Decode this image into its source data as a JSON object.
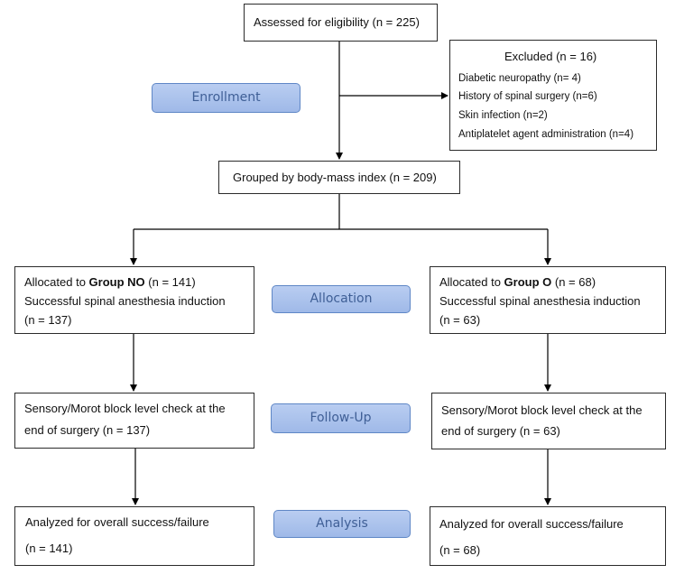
{
  "eligibility": {
    "text": "Assessed for eligibility (n = 225)"
  },
  "excluded": {
    "title": "Excluded (n = 16)",
    "items": [
      "Diabetic neuropathy (n= 4)",
      "History of spinal surgery (n=6)",
      "Skin infection (n=2)",
      "Antiplatelet agent administration (n=4)"
    ]
  },
  "grouped": {
    "text": "Grouped by body-mass index (n = 209)"
  },
  "stages": {
    "enrollment": "Enrollment",
    "allocation": "Allocation",
    "followup": "Follow-Up",
    "analysis": "Analysis"
  },
  "group_no": {
    "alloc_prefix": "Allocated to ",
    "alloc_group": "Group NO",
    "alloc_suffix": " (n = 141)",
    "alloc_line2": "Successful spinal anesthesia induction",
    "alloc_line3": "(n = 137)",
    "followup_line1": "Sensory/Morot block level check at the",
    "followup_line2": "end of surgery (n = 137)",
    "analysis_line1": "Analyzed for overall success/failure",
    "analysis_line2": "(n = 141)"
  },
  "group_o": {
    "alloc_prefix": "Allocated to ",
    "alloc_group": "Group O",
    "alloc_suffix": " (n = 68)",
    "alloc_line2": "Successful spinal anesthesia induction",
    "alloc_line3": "(n = 63)",
    "followup_line1": "Sensory/Morot block level check at the",
    "followup_line2": "end of surgery (n = 63)",
    "analysis_line1": "Analyzed for overall success/failure",
    "analysis_line2": "(n = 68)"
  },
  "colors": {
    "stage_fill": "#a9c2ee",
    "stage_border": "#5f87c6",
    "stage_text": "#3f5f96",
    "line": "#000000"
  }
}
